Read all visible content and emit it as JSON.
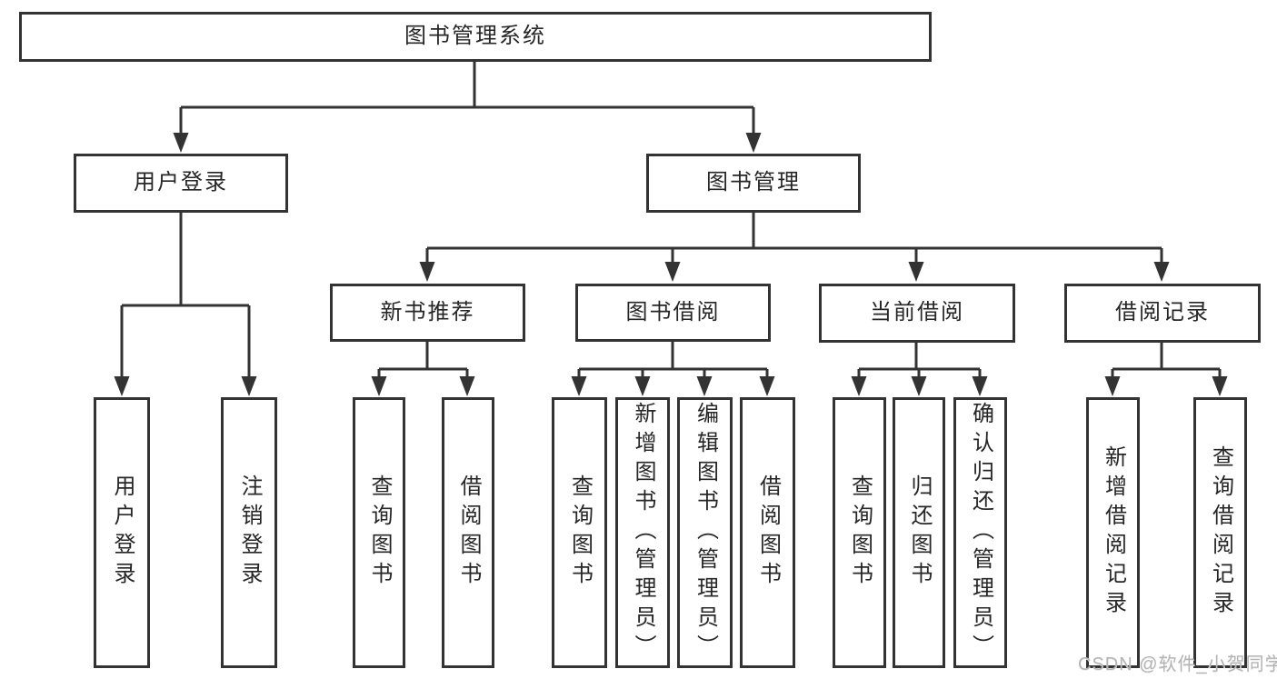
{
  "diagram": {
    "root": {
      "label": "图书管理系统"
    },
    "branches": [
      {
        "label": "用户登录",
        "children": [
          {
            "label": "用户登录"
          },
          {
            "label": "注销登录"
          }
        ]
      },
      {
        "label": "图书管理",
        "children": [
          {
            "label": "新书推荐",
            "children": [
              {
                "label": "查询图书"
              },
              {
                "label": "借阅图书"
              }
            ]
          },
          {
            "label": "图书借阅",
            "children": [
              {
                "label": "查询图书"
              },
              {
                "label": "新增图书（管理员）"
              },
              {
                "label": "编辑图书（管理员）"
              },
              {
                "label": "借阅图书"
              }
            ]
          },
          {
            "label": "当前借阅",
            "children": [
              {
                "label": "查询图书"
              },
              {
                "label": "归还图书"
              },
              {
                "label": "确认归还（管理员）"
              }
            ]
          },
          {
            "label": "借阅记录",
            "children": [
              {
                "label": "新增借阅记录"
              },
              {
                "label": "查询借阅记录"
              }
            ]
          }
        ]
      }
    ]
  },
  "watermark": {
    "text": "CSDN @软件_小贺同学"
  },
  "colors": {
    "line": "#333333",
    "text": "#262626",
    "background": "#ffffff",
    "watermark": "#b4b4b4"
  }
}
